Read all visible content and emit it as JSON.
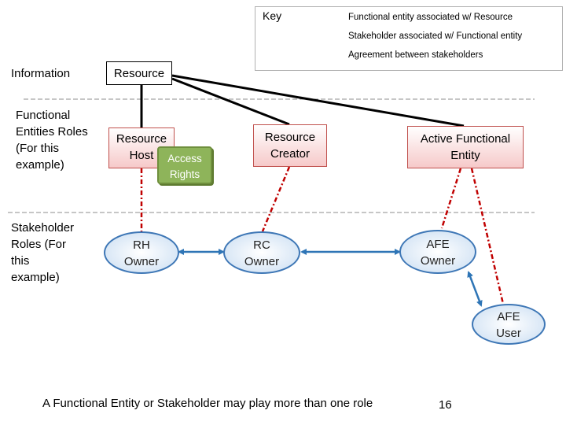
{
  "key": {
    "title": "Key",
    "items": [
      {
        "label": "Functional entity associated  w/ Resource",
        "line": "solid-black"
      },
      {
        "label": "Stakeholder associated  w/ Functional entity",
        "line": "dash-dot-red"
      },
      {
        "label": "Agreement  between stakeholders",
        "line": "double-arrow-blue"
      }
    ]
  },
  "rows": {
    "information": "Information",
    "functional": [
      "Functional",
      "Entities Roles",
      "(For this",
      "example)"
    ],
    "stakeholder": [
      "Stakeholder",
      "Roles (For",
      "this",
      "example)"
    ]
  },
  "nodes": {
    "resource": "Resource",
    "resource_host": [
      "Resource",
      "Host"
    ],
    "access_rights": [
      "Access",
      "Rights"
    ],
    "resource_creator": [
      "Resource",
      "Creator"
    ],
    "active_fe": [
      "Active Functional",
      "Entity"
    ],
    "rh_owner": [
      "RH",
      "Owner"
    ],
    "rc_owner": [
      "RC",
      "Owner"
    ],
    "afe_owner": [
      "AFE",
      "Owner"
    ],
    "afe_user": [
      "AFE",
      "User"
    ]
  },
  "footer": "A Functional Entity or Stakeholder may play more than one role",
  "page_number": "16",
  "colors": {
    "functional_link": "#000000",
    "stakeholder_link": "#c00000",
    "agreement_arrow": "#2e75b6",
    "oval_border": "#3e77b6",
    "fe_border": "#c0504d",
    "access_fill": "#8eb45a",
    "separator": "#8c8c8c"
  }
}
